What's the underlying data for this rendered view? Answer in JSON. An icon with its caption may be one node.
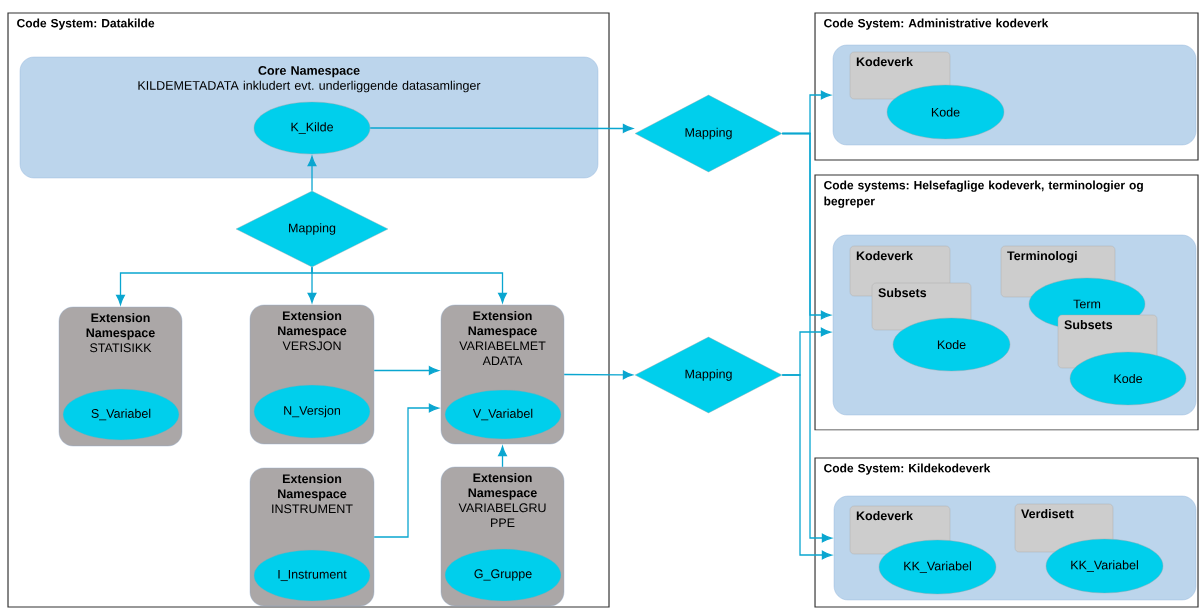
{
  "diagram": {
    "nodes": [
      {
        "text": [
          "Code System: Datakilde"
        ]
      },
      {
        "text": [
          "Core Namespace",
          "KILDEMETADATA inkludert evt. underliggende datasamlinger"
        ],
        "in": 0
      },
      {
        "text": [
          "K_Kilde"
        ],
        "in": 1
      },
      {
        "text": [
          "Mapping"
        ],
        "in": 0
      },
      {
        "text": [
          "Extension Namespace",
          "STATISIKK"
        ],
        "in": 0
      },
      {
        "text": [
          "S_Variabel"
        ],
        "in": 4
      },
      {
        "text": [
          "Extension Namespace",
          "VERSJON"
        ],
        "in": 0
      },
      {
        "text": [
          "N_Versjon"
        ],
        "in": 6
      },
      {
        "text": [
          "Extension Namespace",
          "VARIABELMET ADATA"
        ],
        "in": 0
      },
      {
        "text": [
          "V_Variabel"
        ],
        "in": 8
      },
      {
        "text": [
          "Extension Namespace",
          "INSTRUMENT"
        ],
        "in": 0
      },
      {
        "text": [
          "I_Instrument"
        ],
        "in": 10
      },
      {
        "text": [
          "Extension Namespace",
          "VARIABELGRU PPE"
        ],
        "in": 0
      },
      {
        "text": [
          "G_Gruppe"
        ],
        "in": 12
      },
      {
        "text": [
          "Mapping"
        ]
      },
      {
        "text": [
          "Mapping"
        ]
      },
      {
        "text": [
          "Code System: Administrative kodeverk"
        ]
      },
      {
        "text": [],
        "shape": "box",
        "in": 16
      },
      {
        "text": [
          "Kodeverk"
        ],
        "in": 17
      },
      {
        "text": [
          "Kode"
        ],
        "in": 17
      },
      {
        "text": [
          "Code systems: Helsefaglige kodeverk, terminologier og begreper"
        ]
      },
      {
        "text": [],
        "shape": "box",
        "in": 20
      },
      {
        "text": [
          "Kodeverk"
        ],
        "in": 21
      },
      {
        "text": [
          "Subsets"
        ],
        "in": 21
      },
      {
        "text": [
          "Kode"
        ],
        "in": 21
      },
      {
        "text": [
          "Terminologi"
        ],
        "in": 21
      },
      {
        "text": [
          "Term"
        ],
        "in": 21
      },
      {
        "text": [
          "Subsets"
        ],
        "in": 21
      },
      {
        "text": [
          "Kode"
        ],
        "in": 21
      },
      {
        "text": [
          "Code System: Kildekodeverk"
        ]
      },
      {
        "text": [],
        "shape": "box",
        "in": 29
      },
      {
        "text": [
          "Kodeverk"
        ],
        "in": 30
      },
      {
        "text": [
          "KK_Variabel"
        ],
        "in": 30
      },
      {
        "text": [
          "Verdisett"
        ],
        "in": 30
      },
      {
        "text": [
          "KK_Variabel"
        ],
        "in": 30
      }
    ],
    "edges": [
      {
        "from": 3,
        "to": 2,
        "arrow": "to"
      },
      {
        "from": 3,
        "to": 4,
        "arrow": "to"
      },
      {
        "from": 3,
        "to": 6,
        "arrow": "to"
      },
      {
        "from": 3,
        "to": 8,
        "arrow": "to"
      },
      {
        "from": 6,
        "to": 8,
        "arrow": "to"
      },
      {
        "from": 10,
        "to": 8,
        "arrow": "to"
      },
      {
        "from": 12,
        "to": 8,
        "arrow": "to"
      },
      {
        "from": 2,
        "to": 14,
        "arrow": "to"
      },
      {
        "from": 14,
        "to": 17,
        "arrow": "to"
      },
      {
        "from": 14,
        "to": 21,
        "arrow": "to"
      },
      {
        "from": 14,
        "to": 30,
        "arrow": "to"
      },
      {
        "from": 8,
        "to": 15,
        "arrow": "to"
      },
      {
        "from": 15,
        "to": 21,
        "arrow": "to"
      },
      {
        "from": 15,
        "to": 30,
        "arrow": "to"
      }
    ]
  }
}
